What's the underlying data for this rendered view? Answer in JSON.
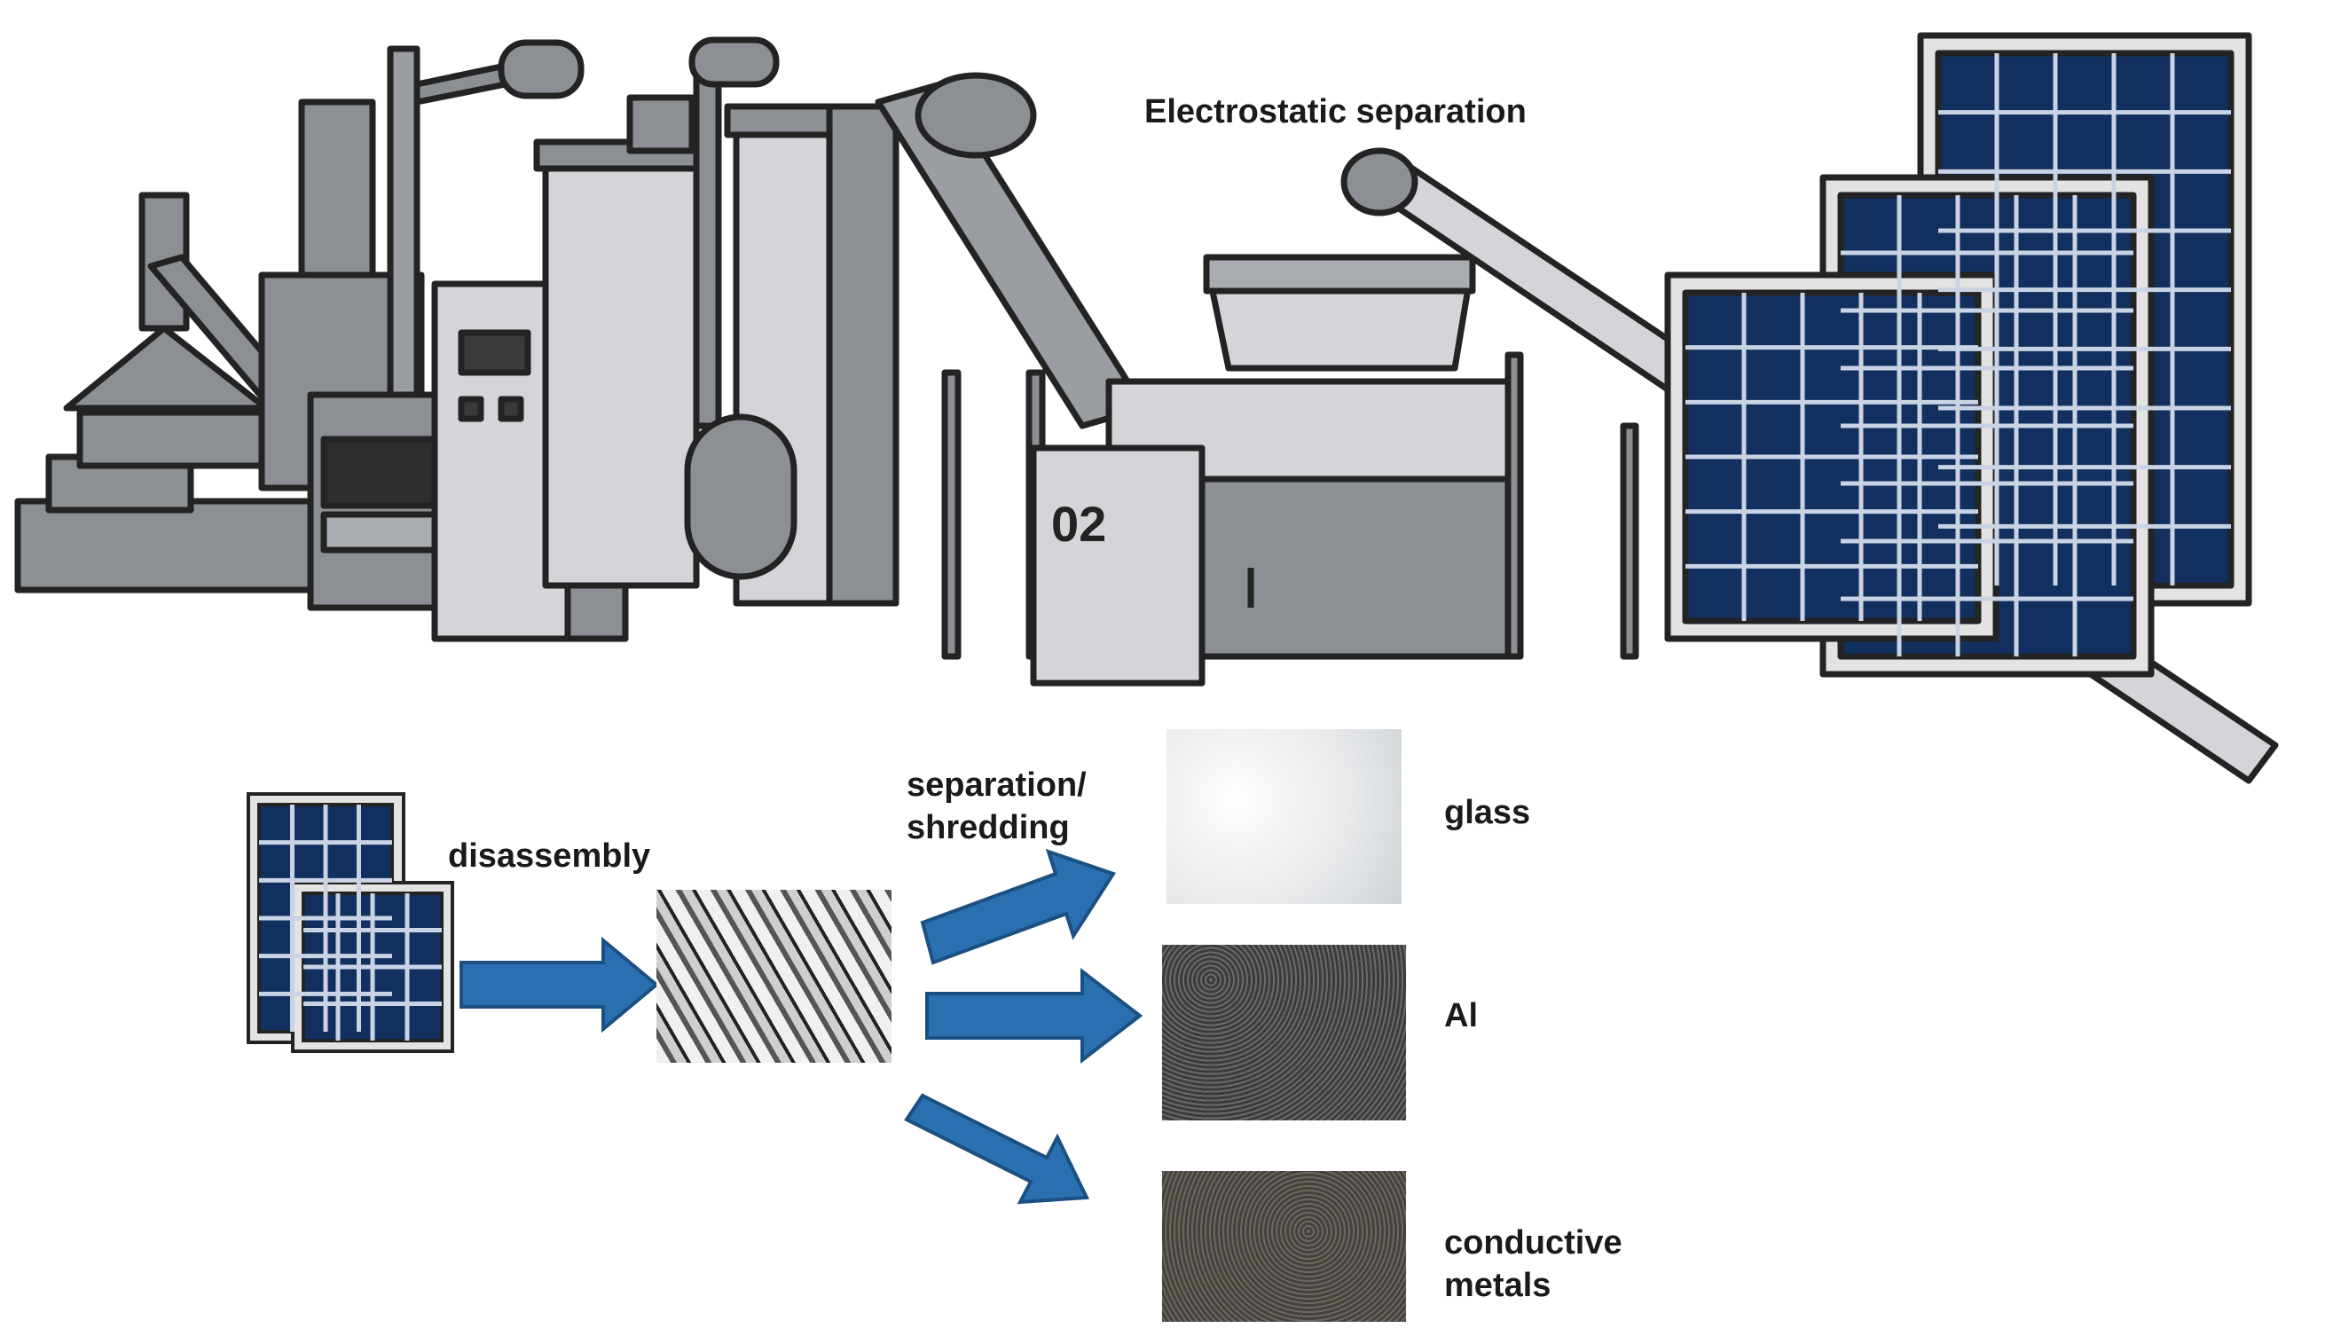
{
  "labels": {
    "electrostatic": "Electrostatic separation",
    "disassembly": "disassembly",
    "separation_line1": "separation/",
    "separation_line2": "shredding",
    "machine_number": "02"
  },
  "outputs": [
    {
      "label_lines": [
        "glass"
      ]
    },
    {
      "label_lines": [
        "Al"
      ]
    },
    {
      "label_lines": [
        "conductive",
        "metals"
      ]
    }
  ],
  "colors": {
    "machine_gray": "#8c8f93",
    "machine_light": "#d3d5d8",
    "outline": "#232323",
    "panel_blue": "#12305f",
    "arrow_blue": "#2a6fb0",
    "glass": "#e6e8ea",
    "aluminium": "#4a4a4a",
    "metals": "#5a5550"
  },
  "icons": [
    "factory-icon",
    "solar-panel-icon",
    "shredded-scrap-icon",
    "arrow-icon"
  ]
}
